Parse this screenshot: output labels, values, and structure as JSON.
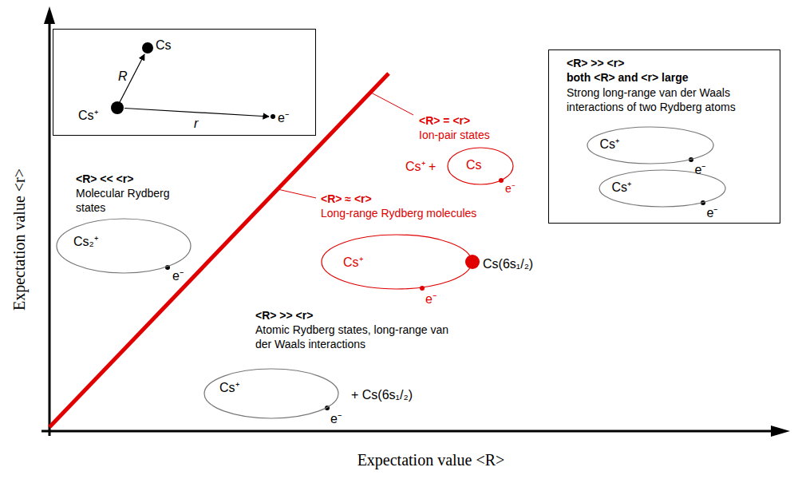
{
  "diagram": {
    "nodes": [
      {
        "text": [
          "Cs",
          "R",
          "Cs⁺",
          "r",
          "e⁻"
        ]
      },
      {
        "text": [
          "<R> >> <r>",
          "both <R> and <r> large",
          "Strong long-range van der Waals interactions of two Rydberg atoms"
        ]
      },
      {
        "text": [
          "Cs⁺",
          "e⁻"
        ],
        "in": 1
      },
      {
        "text": [
          "Cs⁺",
          "e⁻"
        ],
        "in": 1
      },
      {
        "text": [
          "Cs",
          "e⁻"
        ]
      },
      {
        "text": [
          "Cs₂⁺",
          "e⁻"
        ]
      },
      {
        "text": [
          "Cs⁺",
          "e⁻"
        ]
      },
      {
        "text": [
          "Cs⁺",
          "e⁻"
        ]
      }
    ],
    "labels": [
      "Expectation value <r>",
      "Expectation value <R>",
      "<R> = <r>",
      "Ion-pair states",
      "Cs⁺ +",
      "<R> << <r>",
      "Molecular Rydberg states",
      "<R> ≈ <r>",
      "Long-range Rydberg molecules",
      "Cs(6s₁/₂)",
      "<R> >> <r>",
      "Atomic Rydberg states, long-range van der Waals interactions",
      "+ Cs(6s₁/₂)"
    ]
  }
}
